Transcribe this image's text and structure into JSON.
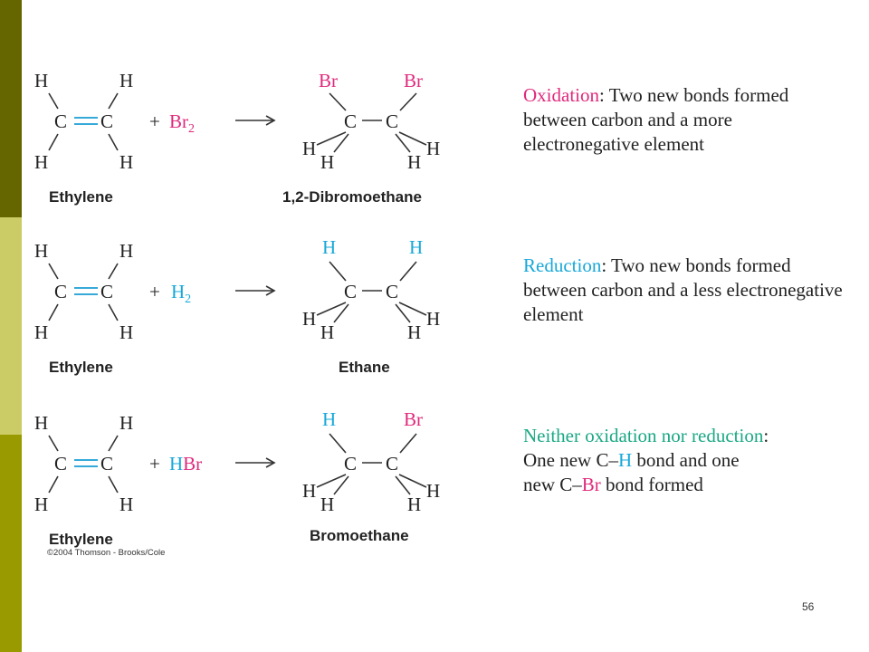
{
  "colors": {
    "sidebar_dark": "#666600",
    "sidebar_light": "#cccc66",
    "sidebar_mid": "#999900",
    "magenta": "#e0297c",
    "cyan": "#17a8d9",
    "green": "#1aa884",
    "double_bond": "#36a9d9"
  },
  "atoms": {
    "H": "H",
    "C": "C",
    "Br": "Br",
    "plus": "+",
    "sub2": "2"
  },
  "rows": [
    {
      "reactant_name": "Ethylene",
      "reagent_main": "Br",
      "reagent_sub": "2",
      "sub_tl": "Br",
      "sub_tr": "Br",
      "product_name": "1,2-Dibromoethane",
      "desc_head": "Oxidation",
      "desc_rest": ": Two new bonds formed between carbon and a more electronegative element"
    },
    {
      "reactant_name": "Ethylene",
      "reagent_main": "H",
      "reagent_sub": "2",
      "sub_tl": "H",
      "sub_tr": "H",
      "product_name": "Ethane",
      "desc_head": "Reduction",
      "desc_rest": ": Two new bonds formed between carbon and a less electronegative element"
    },
    {
      "reactant_name": "Ethylene",
      "reagent_main": "HBr",
      "sub_tl": "H",
      "sub_tr": "Br",
      "product_name": "Bromoethane",
      "desc_head": "Neither oxidation nor reduction",
      "desc_colon": ":",
      "desc_line2": "One new C–",
      "desc_h": "H",
      "desc_line2b": " bond and one",
      "desc_line3a": "new C–",
      "desc_br": "Br",
      "desc_line3b": " bond formed"
    }
  ],
  "copyright": "©2004 Thomson - Brooks/Cole",
  "page_number": "56"
}
